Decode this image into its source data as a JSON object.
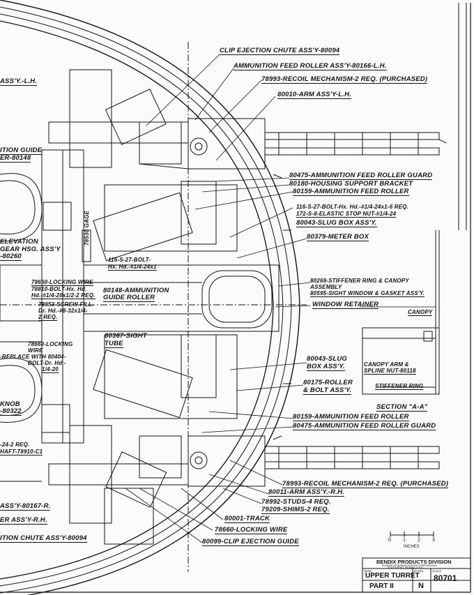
{
  "callouts": {
    "clip_chute": "CLIP EJECTION CHUTE ASS'Y-80094",
    "feed_roller_lh": "AMMUNITION FEED ROLLER ASS'Y-80166-L.H.",
    "recoil_top": "78993-RECOIL MECHANISM-2 REQ. (PURCHASED)",
    "arm_lh": "80010-ARM ASS'Y-L.H.",
    "guard_top": "80475-AMMUNITION FEED ROLLER GUARD",
    "housing_bracket": "80180-HOUSING SUPPORT BRACKET",
    "feed_roller_top": "80159-AMMUNITION FEED ROLLER",
    "bolt_116": "116-S-27-BOLT-Hx. Hd.-#1/4-24x1-6 REQ.",
    "nut_172": "172-S-8-ELASTIC STOP NUT-#1/4-24",
    "slug_box_top": "80043-SLUG BOX ASS'Y.",
    "meter_box": "80379-METER BOX",
    "bolt_small": "116-S-27-BOLT-",
    "bolt_small_2": "Hx. Hd.-#1/4-24x1",
    "stiffener_ring": "80269-STIFFENER RING & CANOPY",
    "stiffener_ring_2": "ASSEMBLY",
    "sight_window": "80595-SIGHT WINDOW & GASKET ASS'Y.",
    "window_retainer": "WINDOW RETAINER",
    "guide_roller": "80148-AMMUNITION",
    "guide_roller_2": "GUIDE ROLLER",
    "sight_tube": "80367-SIGHT",
    "sight_tube_2": "TUBE",
    "slug_box_low": "80043-SLUG",
    "slug_box_low_2": "BOX ASS'Y.",
    "roller_bolt": "80175-ROLLER",
    "roller_bolt_2": "& BOLT ASS'Y.",
    "feed_roller_low": "80159-AMMUNITION FEED ROLLER",
    "guard_low": "80475-AMMUNITION FEED ROLLER GUARD",
    "recoil_low": "78993-RECOIL MECHANISM-2 REQ. (PURCHASED)",
    "arm_rh": "80011-ARM ASS'Y.-R.H.",
    "studs": "78992-STUDS-4 REQ.",
    "shims": "79209-SHIMS-2 REQ.",
    "track": "80001-TRACK",
    "locking_wire_low": "78660-LOCKING WIRE",
    "clip_guide": "80099-CLIP EJECTION GUIDE",
    "left_assy_lh": "ASS'Y.-L.H.",
    "left_ition_guide": "ITION GUIDE",
    "left_er_80148": "ER-80148",
    "left_elevation": "ELEVATION",
    "left_gear": "GEAR HSG. ASS'Y",
    "left_80260": "-80260",
    "left_locking_wire": "78660-LOCKING WIRE",
    "left_bolt_1": "78810-BOLT-Hx. Hd.",
    "left_bolt_2": "Hd.-#1/4-20x1/2-2 REQ.",
    "left_screw_1": "78853-SCREW-FILL.",
    "left_screw_2": "Dr. Hd.-#8-32x1/4-",
    "left_screw_3": "2 REQ.",
    "left_locking_2": "78660-LOCKING",
    "left_locking_2b": "WIRE",
    "left_replace_1": "-REPLACE WITH 80404-",
    "left_replace_2": "BOLT-Dr. Hd.-",
    "left_replace_3": "1/4-20",
    "left_knob": "KNOB",
    "left_80322": "-80322",
    "left_24_2req": "-24-2 REQ.",
    "left_shaft": "HAFT-78910-C1",
    "left_80167": "ASS'Y-80167-R.",
    "left_rh": "ER ASS'Y-R.H.",
    "left_chute_low": "ITION CHUTE ASS'Y-80094",
    "vertical_tag": "78530 GAGE"
  },
  "section": {
    "title": "SECTION \"A-A\"",
    "canopy": "CANOPY",
    "canopy_arm": "CANOPY ARM &",
    "canopy_arm_2": "SPLINE NUT-80118",
    "stiffener": "STIFFENER RING"
  },
  "scale_bar": {
    "ticks": [
      "0",
      "1",
      "2",
      "3"
    ],
    "unit": "INCHES"
  },
  "title_block": {
    "company": "BENDIX PRODUCTS DIVISION",
    "sub1": "DIVISION OF BENDIX AVIATION CORPORATION",
    "sub2": "SOUTH BEND, INDIANA, U.S.A.",
    "name_label": "NAME",
    "model_label": "MODEL",
    "scale_label": "SCALE",
    "name": "UPPER TURRET",
    "part": "PART II",
    "model": "N",
    "number": "80701"
  }
}
